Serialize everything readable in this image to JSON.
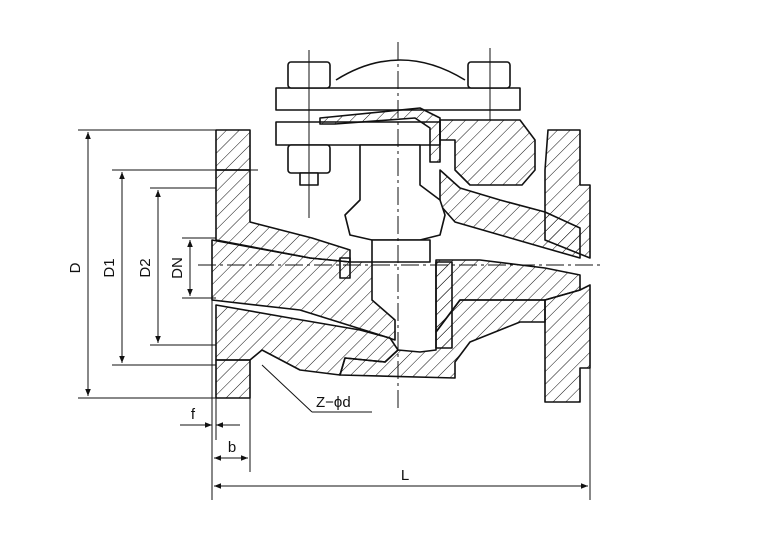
{
  "labels": {
    "D": "D",
    "D1": "D1",
    "D2": "D2",
    "DN": "DN",
    "f": "f",
    "b": "b",
    "L": "L",
    "bolt": "Z−ϕd"
  },
  "colors": {
    "line": "#111111",
    "background": "#ffffff"
  }
}
